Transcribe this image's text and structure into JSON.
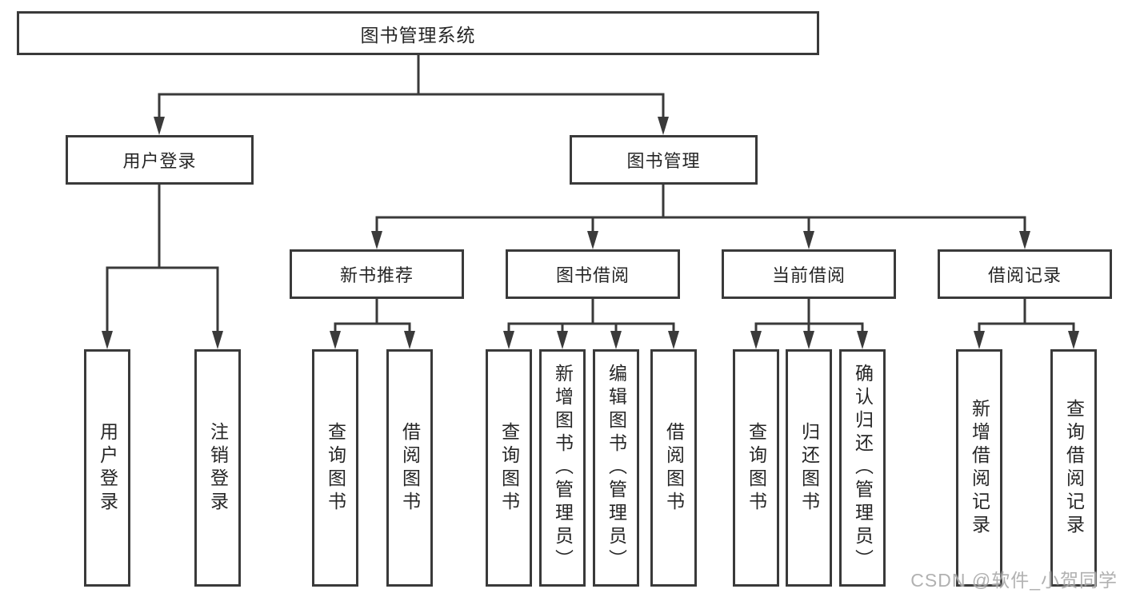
{
  "title": "图书管理系统",
  "level2": [
    {
      "label": "用户登录"
    },
    {
      "label": "图书管理"
    }
  ],
  "level3": [
    {
      "label": "新书推荐",
      "parent": "图书管理"
    },
    {
      "label": "图书借阅",
      "parent": "图书管理"
    },
    {
      "label": "当前借阅",
      "parent": "图书管理"
    },
    {
      "label": "借阅记录",
      "parent": "图书管理"
    }
  ],
  "leaves": [
    {
      "label": "用户登录",
      "parent": "用户登录"
    },
    {
      "label": "注销登录",
      "parent": "用户登录"
    },
    {
      "label": "查询图书",
      "parent": "新书推荐"
    },
    {
      "label": "借阅图书",
      "parent": "新书推荐"
    },
    {
      "label": "查询图书",
      "parent": "图书借阅"
    },
    {
      "label": "新增图书（管理员）",
      "parent": "图书借阅"
    },
    {
      "label": "编辑图书（管理员）",
      "parent": "图书借阅"
    },
    {
      "label": "借阅图书",
      "parent": "图书借阅"
    },
    {
      "label": "查询图书",
      "parent": "当前借阅"
    },
    {
      "label": "归还图书",
      "parent": "当前借阅"
    },
    {
      "label": "确认归还（管理员）",
      "parent": "当前借阅"
    },
    {
      "label": "新增借阅记录",
      "parent": "借阅记录"
    },
    {
      "label": "查询借阅记录",
      "parent": "借阅记录"
    }
  ],
  "watermark": {
    "text": "CSDN @软件_小贺同学"
  },
  "colors": {
    "line": "#3a3a3a",
    "node_border": "#3a3a3a",
    "node_fill": "#ffffff",
    "text": "#262626",
    "watermark": "#a3a3a3",
    "background": "#ffffff"
  }
}
